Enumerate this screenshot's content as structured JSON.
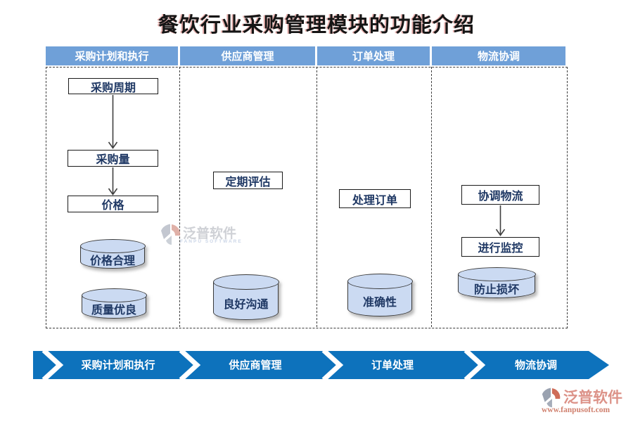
{
  "title": "餐饮行业采购管理模块的功能介绍",
  "colors": {
    "header_bg": "#6FA0D8",
    "banner_blue": "#0D72BC",
    "cylinder_fill": "#CBDAF2",
    "box_text": "#1F3864",
    "title_text": "#151515",
    "watermark_red": "#CF6D59"
  },
  "columns": [
    {
      "header": "采购计划和执行",
      "boxes": [
        "采购周期",
        "采购量",
        "价格"
      ],
      "cylinders": [
        "价格合理",
        "质量优良"
      ]
    },
    {
      "header": "供应商管理",
      "boxes": [
        "定期评估"
      ],
      "cylinders": [
        "良好沟通"
      ]
    },
    {
      "header": "订单处理",
      "boxes": [
        "处理订单"
      ],
      "cylinders": [
        "准确性"
      ]
    },
    {
      "header": "物流协调",
      "boxes": [
        "协调物流",
        "进行监控"
      ],
      "cylinders": [
        "防止损坏"
      ]
    }
  ],
  "banner": {
    "steps": [
      "采购计划和执行",
      "供应商管理",
      "订单处理",
      "物流协调"
    ]
  },
  "watermark_center": {
    "name": "泛普软件",
    "subtitle": "FANPU SOFTWARE"
  },
  "watermark_corner": {
    "name": "泛普软件",
    "url": "www.fanpusoft.com"
  }
}
